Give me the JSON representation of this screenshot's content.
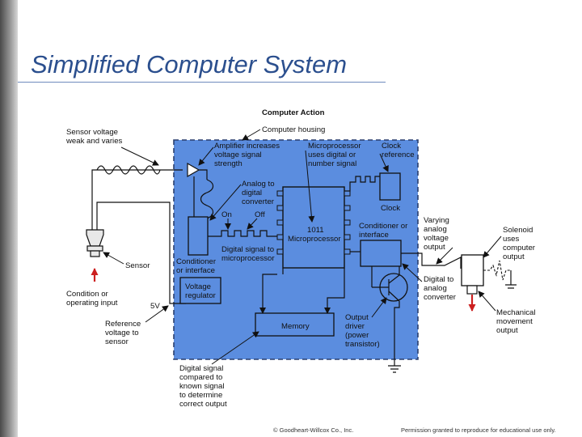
{
  "slide": {
    "title": "Simplified Computer System",
    "footer_left": "© Goodheart-Willcox Co., Inc.",
    "footer_right": "Permission granted to reproduce for educational use only."
  },
  "diagram": {
    "heading": "Computer Action",
    "housing": "Computer housing",
    "sensor_voltage": [
      "Sensor voltage",
      "weak and varies"
    ],
    "amplifier": [
      "Amplifier increases",
      "voltage signal",
      "strength"
    ],
    "microprocessor_signal": [
      "Microprocessor",
      "uses digital or",
      "number signal"
    ],
    "clock_reference": [
      "Clock",
      "reference"
    ],
    "clock": "Clock",
    "adc": [
      "Analog to",
      "digital",
      "converter"
    ],
    "on": "On",
    "off": "Off",
    "digital_signal": [
      "Digital signal to",
      "microprocessor"
    ],
    "chip": [
      "1011",
      "Microprocessor"
    ],
    "conditioner_or_interface": [
      "Conditioner or",
      "interface"
    ],
    "conditioner_left": [
      "Conditioner",
      "or interface"
    ],
    "varying_voltage": [
      "Varying",
      "analog",
      "voltage",
      "output"
    ],
    "solenoid": [
      "Solenoid",
      "uses",
      "computer",
      "output"
    ],
    "sensor": "Sensor",
    "condition_input": [
      "Condition or",
      "operating input"
    ],
    "voltage_regulator": [
      "Voltage",
      "regulator"
    ],
    "five_v": "5V",
    "dac": [
      "Digital to",
      "analog",
      "converter"
    ],
    "reference_voltage": [
      "Reference",
      "voltage to",
      "sensor"
    ],
    "memory": "Memory",
    "output_driver": [
      "Output",
      "driver",
      "(power",
      "transistor)"
    ],
    "mechanical_output": [
      "Mechanical",
      "movement",
      "output"
    ],
    "compared_signal": [
      "Digital signal",
      "compared to",
      "known signal",
      "to determine",
      "correct output"
    ]
  },
  "colors": {
    "title": "#2b4f8e",
    "housing_fill": "#5b8ddf",
    "housing_border": "#2a3f6e",
    "line": "#111111",
    "arrow_red": "#cc1f1f"
  }
}
